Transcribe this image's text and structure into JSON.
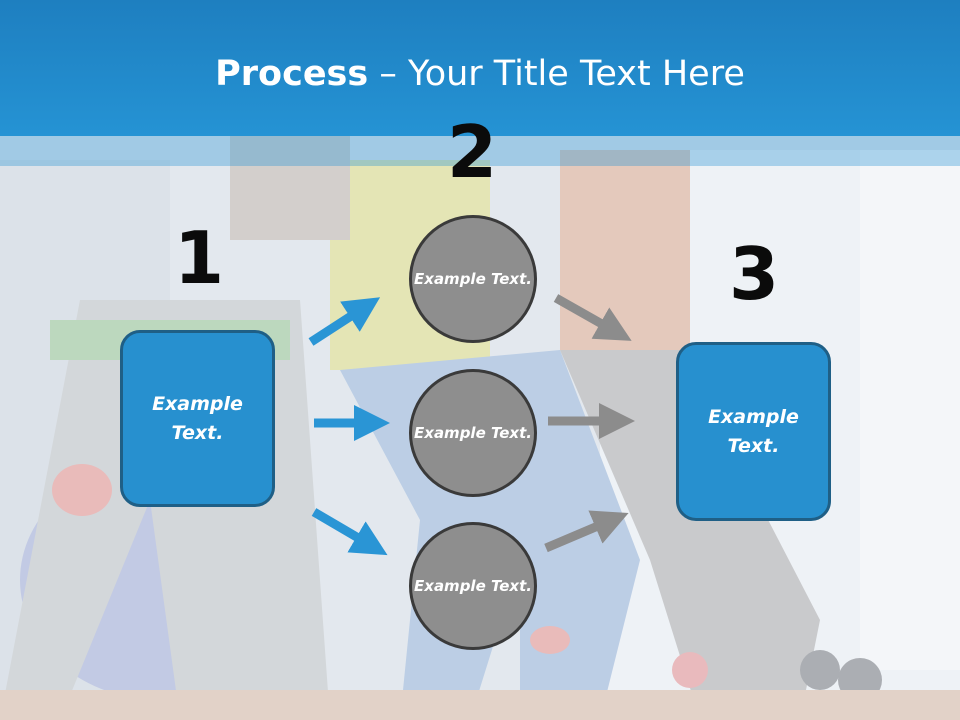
{
  "title": {
    "bold": "Process",
    "rest": " – Your Title Text Here"
  },
  "steps": [
    {
      "number": "1",
      "text": "Example Text."
    },
    {
      "number": "2",
      "circles": [
        "Example Text.",
        "Example Text.",
        "Example Text."
      ]
    },
    {
      "number": "3",
      "text": "Example Text."
    }
  ],
  "colors": {
    "header": "#2593d4",
    "box": "#2790cf",
    "circle": "#8e8e8e",
    "arrow_blue": "#2a95d5",
    "arrow_gray": "#8c8c8c"
  }
}
